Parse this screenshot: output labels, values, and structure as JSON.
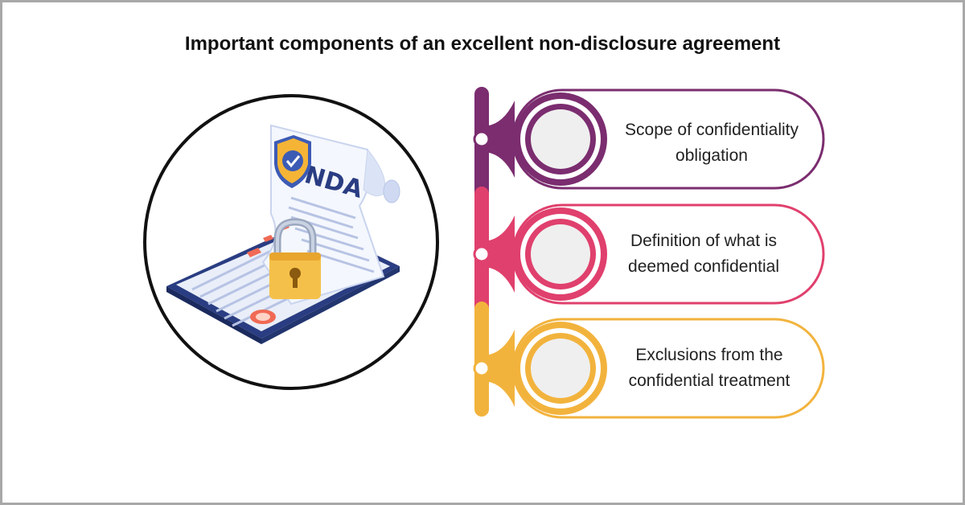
{
  "title": "Important components of an excellent non-disclosure agreement",
  "illustration": {
    "document_label": "NDA",
    "icons": [
      "shield-check-icon",
      "padlock-icon",
      "document-icon",
      "tablet-icon",
      "seal-icon"
    ]
  },
  "steps": [
    {
      "line1": "Scope of confidentiality",
      "line2": "obligation",
      "color": "#7b2d6f"
    },
    {
      "line1": "Definition of what is",
      "line2": "deemed confidential",
      "color": "#e0406d"
    },
    {
      "line1": "Exclusions from the",
      "line2": "confidential treatment",
      "color": "#f2b33d"
    }
  ]
}
